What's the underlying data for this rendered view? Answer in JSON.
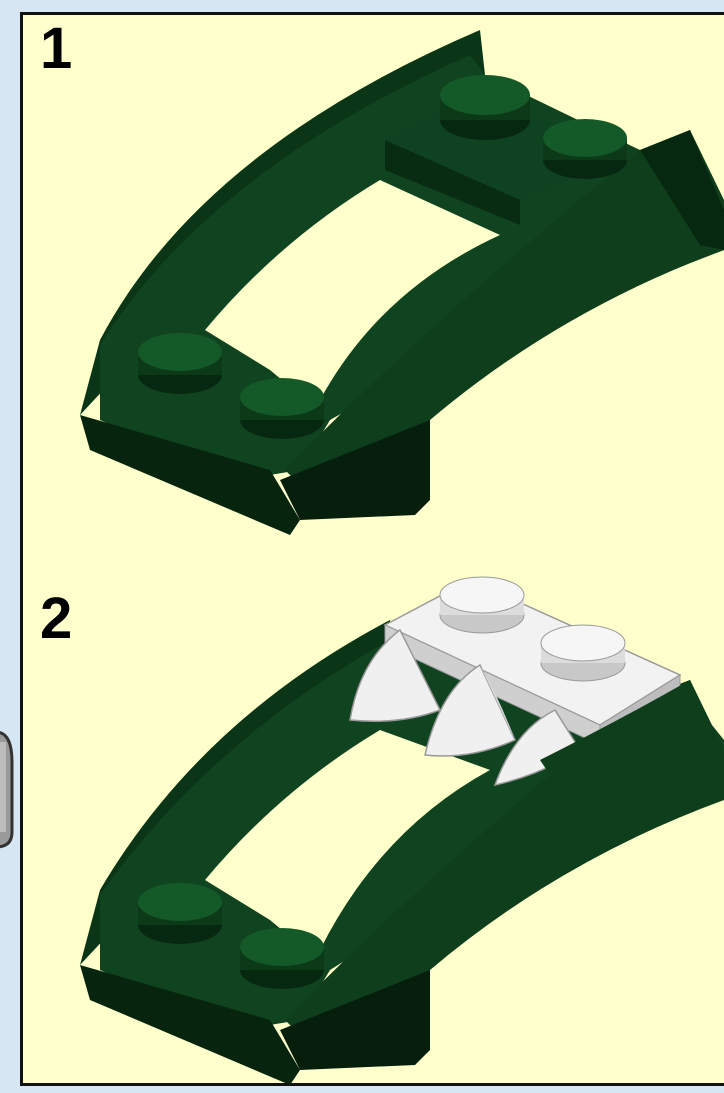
{
  "steps": [
    {
      "number": "1",
      "contents": "dark-green-wedge-plate"
    },
    {
      "number": "2",
      "contents": "dark-green-wedge-plate-with-white-tooth-plate"
    }
  ],
  "colors": {
    "background": "#d6e6f3",
    "panel": "#ffffcc",
    "dark_green": "#0d3b1a",
    "dark_green_shadow": "#07240f",
    "dark_green_light": "#1d5a2c",
    "white_part": "#f0f0f0",
    "white_part_shadow": "#c8c8c8"
  }
}
